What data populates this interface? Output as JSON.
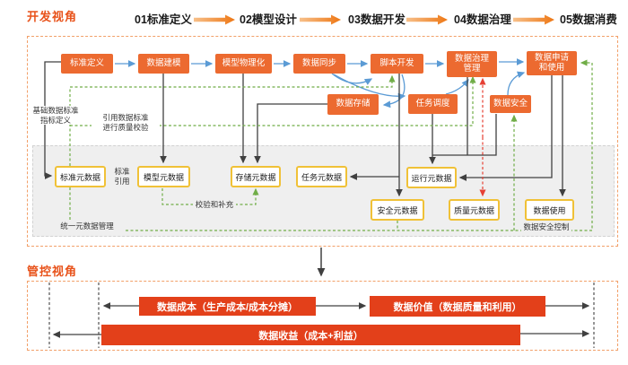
{
  "header": {
    "dev_view_title": "开发视角",
    "gov_view_title": "管控视角",
    "stages": [
      {
        "label": "01标准定义"
      },
      {
        "label": "02模型设计"
      },
      {
        "label": "03数据开发"
      },
      {
        "label": "04数据治理"
      },
      {
        "label": "05数据消费"
      }
    ]
  },
  "flow": {
    "process": [
      {
        "label": "标准定义"
      },
      {
        "label": "数据建模"
      },
      {
        "label": "模型物理化"
      },
      {
        "label": "数据同步"
      },
      {
        "label": "脚本开发"
      },
      {
        "label": "数据治理",
        "label2": "管理"
      },
      {
        "label": "数据申请",
        "label2": "和使用"
      },
      {
        "label": "数据存储"
      },
      {
        "label": "任务调度"
      },
      {
        "label": "数据安全"
      }
    ],
    "metadata": [
      {
        "label": "标准元数据"
      },
      {
        "label": "模型元数据"
      },
      {
        "label": "存储元数据"
      },
      {
        "label": "任务元数据"
      },
      {
        "label": "运行元数据"
      },
      {
        "label": "安全元数据"
      },
      {
        "label": "质量元数据"
      },
      {
        "label": "数据使用"
      }
    ],
    "annotations": [
      {
        "label": "基础数据标准",
        "label2": "指标定义"
      },
      {
        "label": "引用数据标准",
        "label2": "进行质量校验"
      },
      {
        "label": "标准",
        "label2": "引用"
      },
      {
        "label": "校验和补充"
      },
      {
        "label": "统一元数据管理"
      },
      {
        "label": "数据安全控制"
      }
    ]
  },
  "governance": {
    "bars": [
      {
        "label": "数据成本（生产成本/成本分摊）"
      },
      {
        "label": "数据价值（数据质量和利用）"
      },
      {
        "label": "数据收益（成本+利益）"
      }
    ]
  },
  "colors": {
    "process_box": "#ec6a30",
    "bar_red": "#e3401a",
    "accent_title": "#e8521a",
    "metadata_border": "#f0c137",
    "flow_blue": "#5b9bd5",
    "dashed_green": "#70ad47",
    "dashed_red": "#e64034",
    "line_black": "#404040",
    "container_dash": "#f2a069"
  }
}
